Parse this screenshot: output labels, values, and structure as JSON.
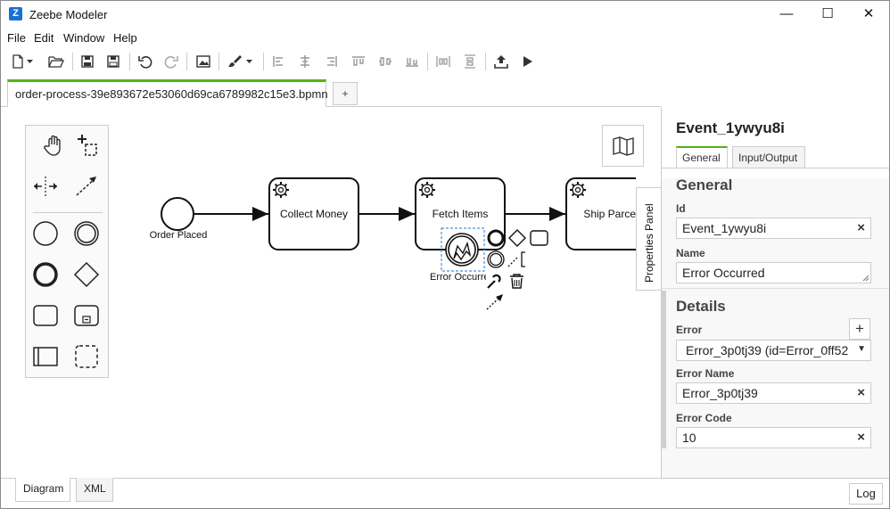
{
  "window": {
    "app_icon_glyph": "Z",
    "title": "Zeebe Modeler",
    "minimize_glyph": "—",
    "maximize_glyph": "☐",
    "close_glyph": "✕"
  },
  "menu": [
    "File",
    "Edit",
    "Window",
    "Help"
  ],
  "toolbar": {
    "icons": [
      "new-file-icon",
      "dropdown-caret-icon",
      "open-folder-icon",
      "save-icon",
      "save-as-icon",
      "undo-icon",
      "redo-icon",
      "export-image-icon",
      "color-brush-icon",
      "dropdown-caret-icon",
      "align-left-icon",
      "align-center-icon",
      "align-right-icon",
      "align-top-icon",
      "align-middle-icon",
      "align-bottom-icon",
      "distribute-horizontal-icon",
      "distribute-vertical-icon",
      "deploy-icon",
      "start-instance-icon"
    ]
  },
  "tabs": {
    "file_tab": "order-process-39e893672e53060d69ca6789982c15e3.bpmn",
    "add_tab": "+"
  },
  "diagram": {
    "start_event_label": "Order Placed",
    "task1_label": "Collect Money",
    "task2_label": "Fetch Items",
    "task3_label": "Ship Parcel",
    "boundary_event_label": "Error Occurred",
    "accent_color": "#52b415",
    "selection_color": "#4a90d9"
  },
  "properties_toggle": "Properties Panel",
  "properties": {
    "element_id": "Event_1ywyu8i",
    "tabs": [
      "General",
      "Input/Output"
    ],
    "general": {
      "title": "General",
      "id_label": "Id",
      "id_value": "Event_1ywyu8i",
      "name_label": "Name",
      "name_value": "Error Occurred"
    },
    "details": {
      "title": "Details",
      "error_label": "Error",
      "error_value": "Error_3p0tj39 (id=Error_0ff52",
      "error_name_label": "Error Name",
      "error_name_value": "Error_3p0tj39",
      "error_code_label": "Error Code",
      "error_code_value": "10",
      "add_glyph": "+",
      "clear_glyph": "×",
      "select_arrow": "▼"
    }
  },
  "bottom": {
    "tabs": [
      "Diagram",
      "XML"
    ],
    "log_button": "Log"
  }
}
